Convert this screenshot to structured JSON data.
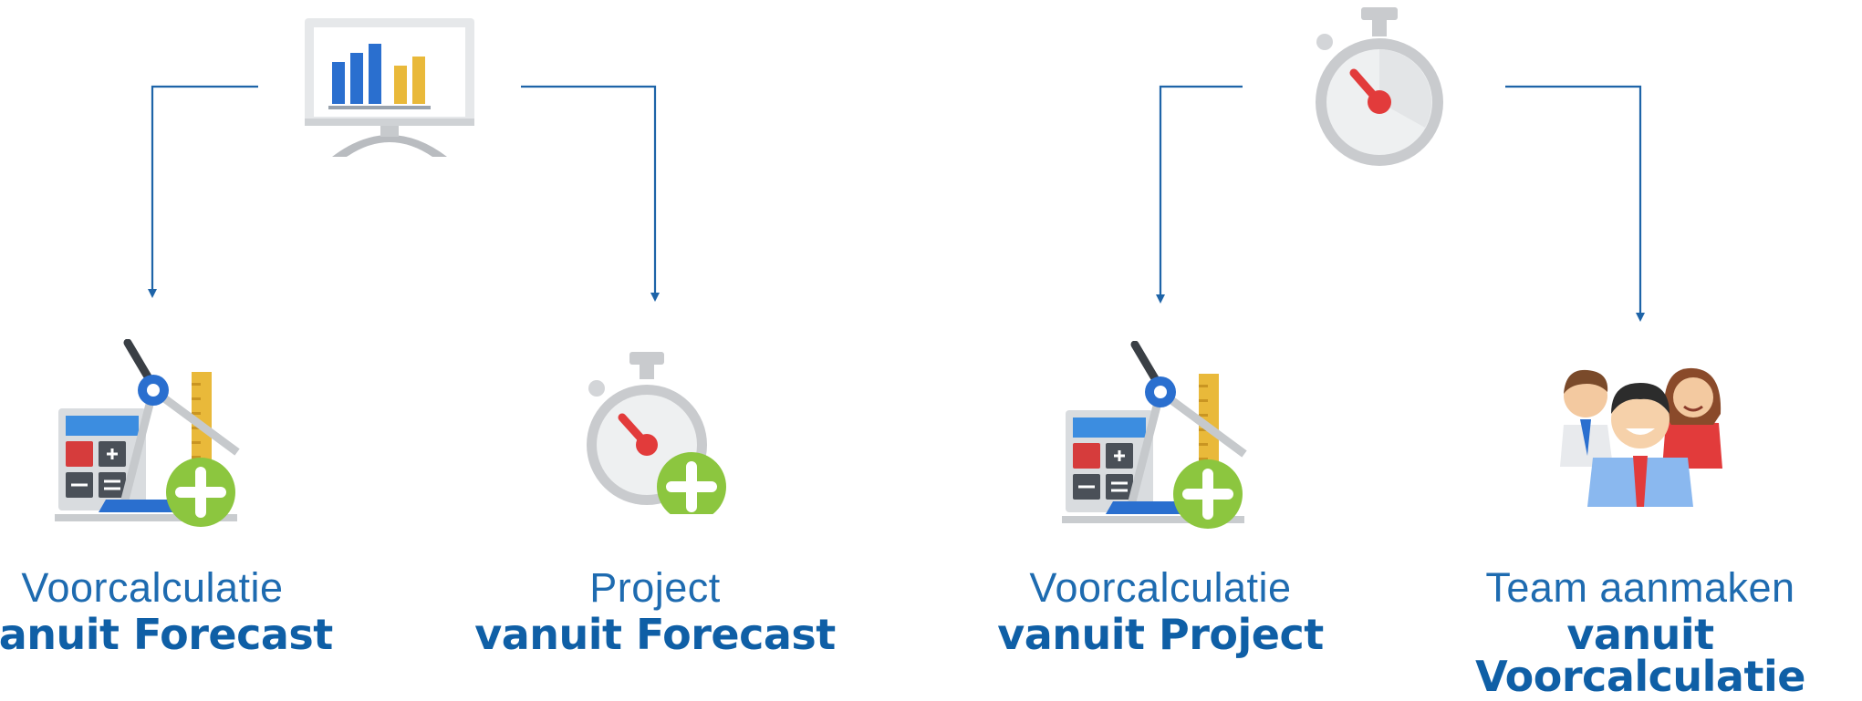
{
  "diagrams": [
    {
      "source_icon": "monitor-chart-icon",
      "targets": [
        {
          "icon": "calculator-compass-add-icon",
          "label_light": "Voorcalculatie",
          "label_bold": "vanuit Forecast"
        },
        {
          "icon": "stopwatch-add-icon",
          "label_light": "Project",
          "label_bold": "vanuit Forecast"
        }
      ]
    },
    {
      "source_icon": "stopwatch-icon",
      "targets": [
        {
          "icon": "calculator-compass-add-icon",
          "label_light": "Voorcalculatie",
          "label_bold": "vanuit Project"
        },
        {
          "icon": "team-icon",
          "label_light": "Team aanmaken",
          "label_bold": "vanuit Voorcalculatie"
        }
      ]
    }
  ],
  "colors": {
    "connector": "#1e64a8",
    "label": "#1565a8",
    "accent_green": "#8cc63f",
    "accent_red": "#e23b3b",
    "accent_blue": "#2a6fcf",
    "accent_yellow": "#e9b93a"
  }
}
